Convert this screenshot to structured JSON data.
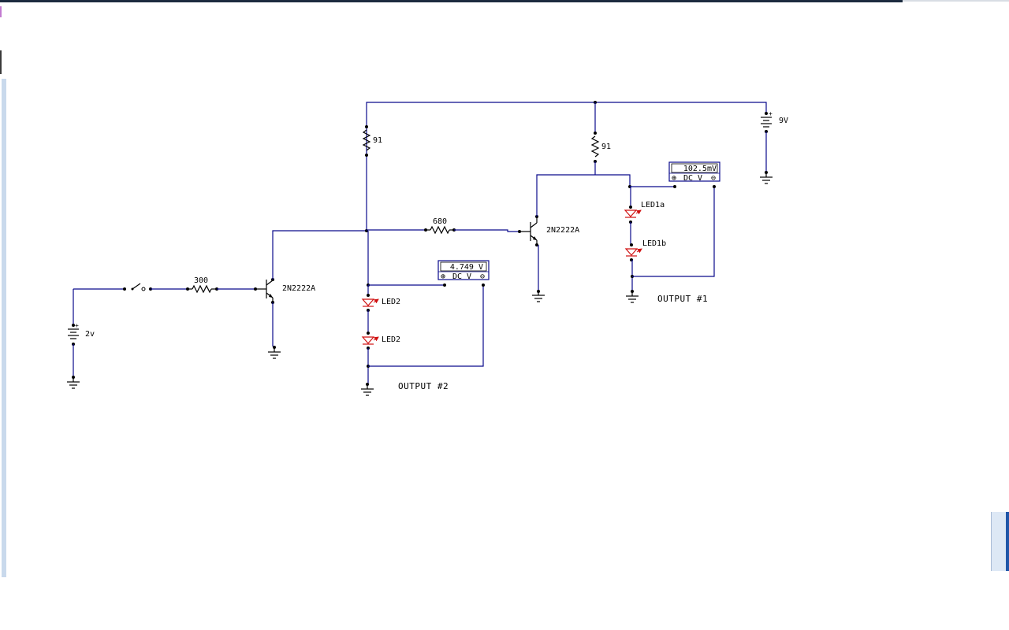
{
  "components": {
    "battery_2v": {
      "label": "2v"
    },
    "battery_9v": {
      "label": "9V"
    },
    "resistor_base1": {
      "label": "300"
    },
    "resistor_base2": {
      "label": "680"
    },
    "resistor_collector1": {
      "label": "91"
    },
    "resistor_collector2": {
      "label": "91"
    },
    "transistor1": {
      "label": "2N2222A"
    },
    "transistor2": {
      "label": "2N2222A"
    },
    "led2_top": {
      "label": "LED2"
    },
    "led2_bottom": {
      "label": "LED2"
    },
    "led1a": {
      "label": "LED1a"
    },
    "led1b": {
      "label": "LED1b"
    }
  },
  "meters": {
    "output2": {
      "reading": "4.749 V",
      "mode": "DC V",
      "plus_symbol": "⊕",
      "minus_symbol": "⊖"
    },
    "output1": {
      "reading": "102.5mV",
      "mode": "DC V",
      "plus_symbol": "⊕",
      "minus_symbol": "⊖"
    }
  },
  "outputs": {
    "output1_label": "OUTPUT #1",
    "output2_label": "OUTPUT #2"
  },
  "colors": {
    "wire": "#0a0a8c",
    "led_red": "#d01010",
    "frame_dark": "#1c2b3f",
    "scroll_accent": "#1f56a8"
  }
}
